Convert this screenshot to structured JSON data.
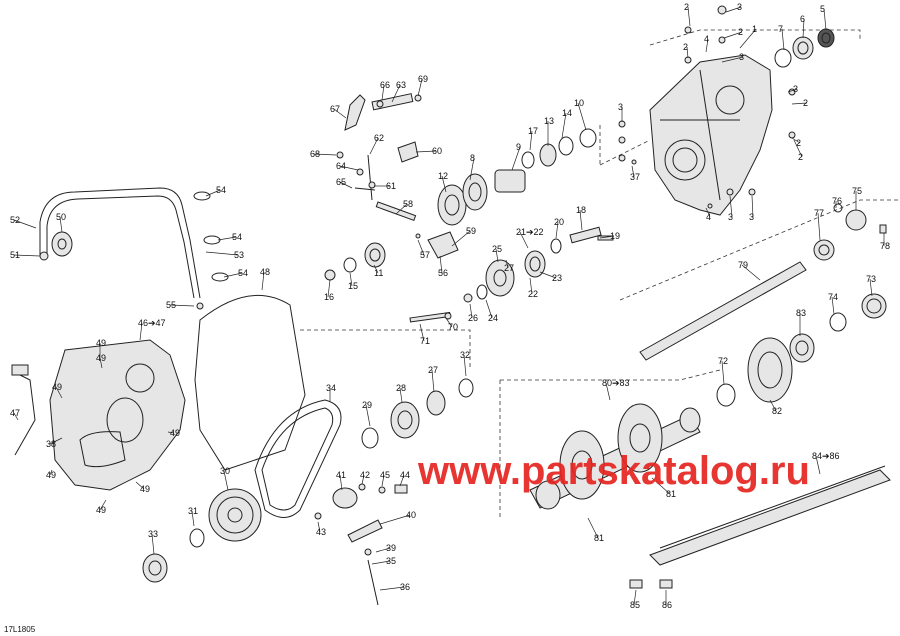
{
  "watermark": "www.partskatalog.ru",
  "figure_code": "17L1805",
  "callouts": [
    "2",
    "3",
    "2",
    "4",
    "2",
    "3",
    "1",
    "7",
    "6",
    "5",
    "3",
    "2",
    "2",
    "3",
    "37",
    "4",
    "3",
    "3",
    "2",
    "69",
    "66",
    "63",
    "67",
    "68",
    "64",
    "62",
    "60",
    "65",
    "61",
    "58",
    "57",
    "56",
    "59",
    "8",
    "9",
    "17",
    "13",
    "14",
    "10",
    "12",
    "11",
    "15",
    "16",
    "18",
    "19",
    "20",
    "21➔22",
    "25",
    "23",
    "27",
    "22",
    "26",
    "24",
    "70",
    "71",
    "75",
    "76",
    "77",
    "78",
    "79",
    "73",
    "74",
    "83",
    "72",
    "82",
    "80➔83",
    "81",
    "81",
    "84➔86",
    "85",
    "86",
    "52",
    "50",
    "51",
    "54",
    "54",
    "53",
    "54",
    "55",
    "48",
    "46➔47",
    "49",
    "49",
    "49",
    "47",
    "38",
    "49",
    "49",
    "49",
    "49",
    "34",
    "28",
    "27",
    "32",
    "29",
    "30",
    "31",
    "33",
    "41",
    "42",
    "45",
    "44",
    "43",
    "40",
    "39",
    "35",
    "36"
  ]
}
